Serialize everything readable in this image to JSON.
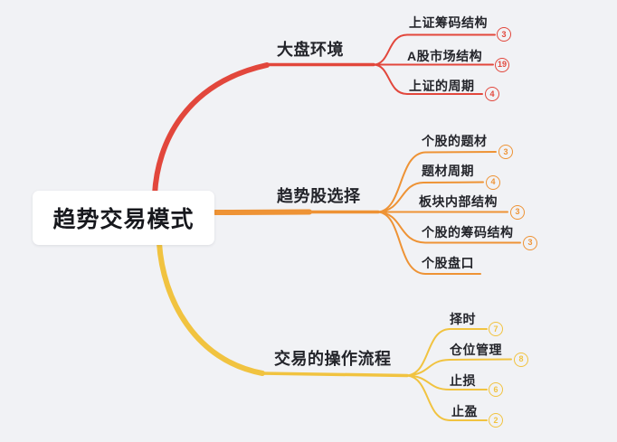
{
  "app": {
    "background_color": "#f1f2f5",
    "node_fill": "#ffffff"
  },
  "central": {
    "label": "趋势交易模式"
  },
  "branches": [
    {
      "label": "大盘环境",
      "color": "#e2473c",
      "children": [
        {
          "label": "上证筹码结构",
          "badge": "3"
        },
        {
          "label": "A股市场结构",
          "badge": "19"
        },
        {
          "label": "上证的周期",
          "badge": "4"
        }
      ]
    },
    {
      "label": "趋势股选择",
      "color": "#ee9335",
      "children": [
        {
          "label": "个股的题材",
          "badge": "3"
        },
        {
          "label": "题材周期",
          "badge": "4"
        },
        {
          "label": "板块内部结构",
          "badge": "3"
        },
        {
          "label": "个股的筹码结构",
          "badge": "3"
        },
        {
          "label": "个股盘口",
          "badge": ""
        }
      ]
    },
    {
      "label": "交易的操作流程",
      "color": "#f1c340",
      "children": [
        {
          "label": "择时",
          "badge": "7"
        },
        {
          "label": "仓位管理",
          "badge": "8"
        },
        {
          "label": "止损",
          "badge": "6"
        },
        {
          "label": "止盈",
          "badge": "2"
        }
      ]
    }
  ]
}
